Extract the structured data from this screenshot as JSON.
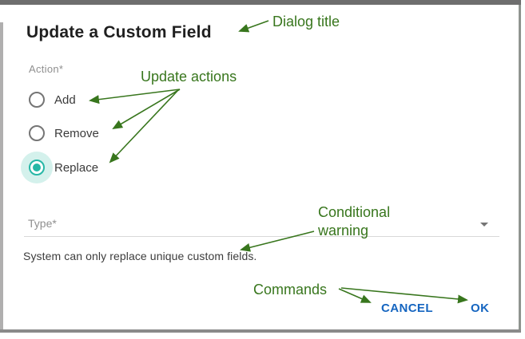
{
  "dialog": {
    "title": "Update a Custom Field",
    "action_group": {
      "label": "Action*",
      "options": [
        {
          "label": "Add",
          "selected": false
        },
        {
          "label": "Remove",
          "selected": false
        },
        {
          "label": "Replace",
          "selected": true
        }
      ]
    },
    "type_field": {
      "label": "Type*",
      "warning": "System can only replace unique custom fields."
    },
    "actions": {
      "cancel_label": "CANCEL",
      "ok_label": "OK"
    }
  },
  "annotations": {
    "title_note": "Dialog title",
    "actions_note": "Update actions",
    "warning_note": "Conditional warning",
    "commands_note": "Commands"
  },
  "colors": {
    "annotation_green": "#38761d",
    "radio_selected_teal": "#26b7a6",
    "radio_halo_teal": "#d4f1ec",
    "button_blue": "#1565c0",
    "label_gray": "#8f8f8f"
  }
}
